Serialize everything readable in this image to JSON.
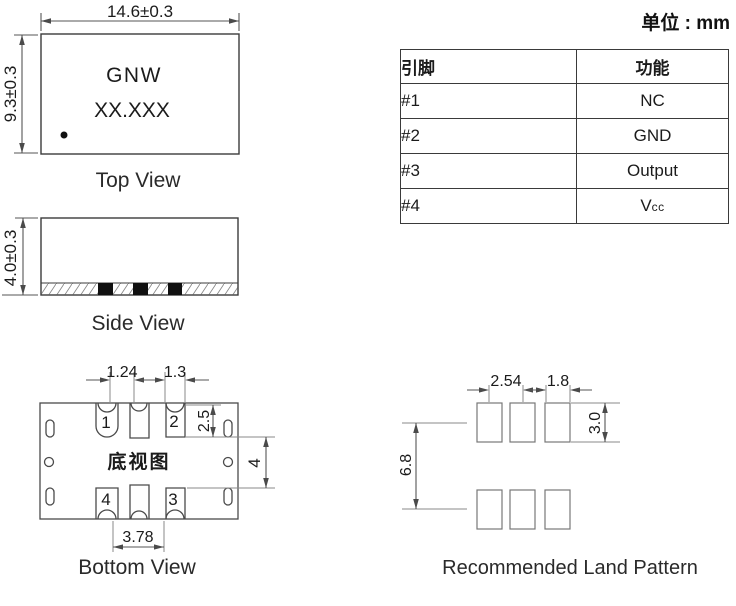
{
  "unit_note": "单位 : mm",
  "pin_table": {
    "headers": [
      "引脚",
      "功能"
    ],
    "rows": [
      {
        "pin": "#1",
        "func": "NC",
        "func_sub": ""
      },
      {
        "pin": "#2",
        "func": "GND",
        "func_sub": ""
      },
      {
        "pin": "#3",
        "func": "Output",
        "func_sub": ""
      },
      {
        "pin": "#4",
        "func": "V",
        "func_sub": "cc"
      }
    ]
  },
  "top_view": {
    "label": "Top View",
    "marking_line1": "GNW",
    "marking_line2": "XX.XXX",
    "width_dim": "14.6±0.3",
    "height_dim": "9.3±0.3"
  },
  "side_view": {
    "label": "Side View",
    "height_dim": "4.0±0.3"
  },
  "bottom_view": {
    "label": "Bottom View",
    "center_text": "底视图",
    "pad1": "1",
    "pad2": "2",
    "pad3": "3",
    "pad4": "4",
    "dim_top_pitch": "1.24",
    "dim_top_width": "1.3",
    "dim_pad_depth": "2.5",
    "dim_mid_gap": "4",
    "dim_bottom_span": "3.78"
  },
  "land_pattern": {
    "label": "Recommended Land Pattern",
    "dim_pitch": "2.54",
    "dim_pad_width": "1.8",
    "dim_pad_height": "3.0",
    "dim_row_span": "6.8"
  }
}
